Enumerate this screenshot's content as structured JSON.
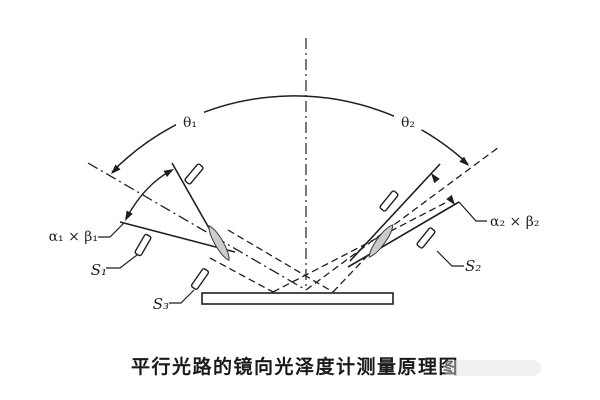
{
  "figure": {
    "caption": "平行光路的镜向光泽度计测量原理图",
    "labels": {
      "theta1": "θ₁",
      "theta2": "θ₂",
      "aperture_left": "α₁ × β₁",
      "aperture_right": "α₂ × β₂",
      "s1": "S₁",
      "s2": "S₂",
      "s3": "S₃"
    },
    "colors": {
      "line": "#1f1f1f",
      "lens_fill": "#cccccc",
      "background": "#ffffff"
    }
  }
}
